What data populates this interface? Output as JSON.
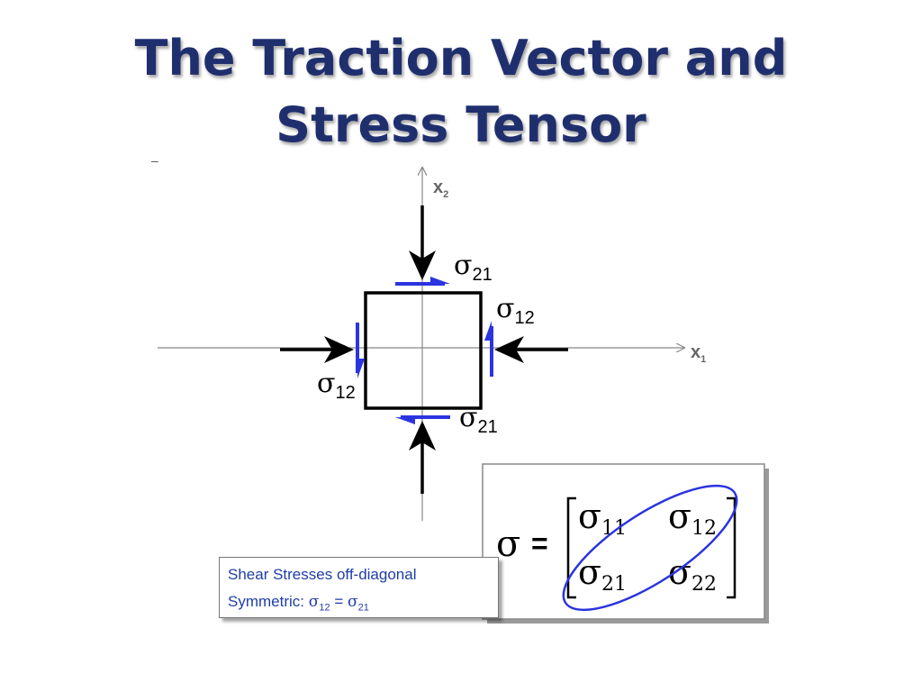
{
  "title": {
    "line1": "The Traction Vector and",
    "line2": "Stress Tensor"
  },
  "corner_mark": "–",
  "axes": {
    "x1": {
      "base": "x",
      "sub": "1"
    },
    "x2": {
      "base": "x",
      "sub": "2"
    }
  },
  "element_labels": {
    "top": {
      "sigma": "σ",
      "sub": "21"
    },
    "right": {
      "sigma": "σ",
      "sub": "12"
    },
    "left": {
      "sigma": "σ",
      "sub": "12"
    },
    "bottom": {
      "sigma": "σ",
      "sub": "21"
    }
  },
  "matrix": {
    "symbol": "σ",
    "equals": "=",
    "entries": [
      {
        "sigma": "σ",
        "sub": "11"
      },
      {
        "sigma": "σ",
        "sub": "12"
      },
      {
        "sigma": "σ",
        "sub": "21"
      },
      {
        "sigma": "σ",
        "sub": "22"
      }
    ]
  },
  "callout": {
    "line1": "Shear Stresses off-diagonal",
    "prefix": "Symmetric: ",
    "sym_a": "σ",
    "sub_a": "12",
    "equals": " = ",
    "sym_b": "σ",
    "sub_b": "21"
  },
  "colors": {
    "title": "#1f2f6e",
    "shear": "#2a34e0",
    "ink": "#000000",
    "axis": "#888888",
    "callout_text": "#1f3da8"
  }
}
